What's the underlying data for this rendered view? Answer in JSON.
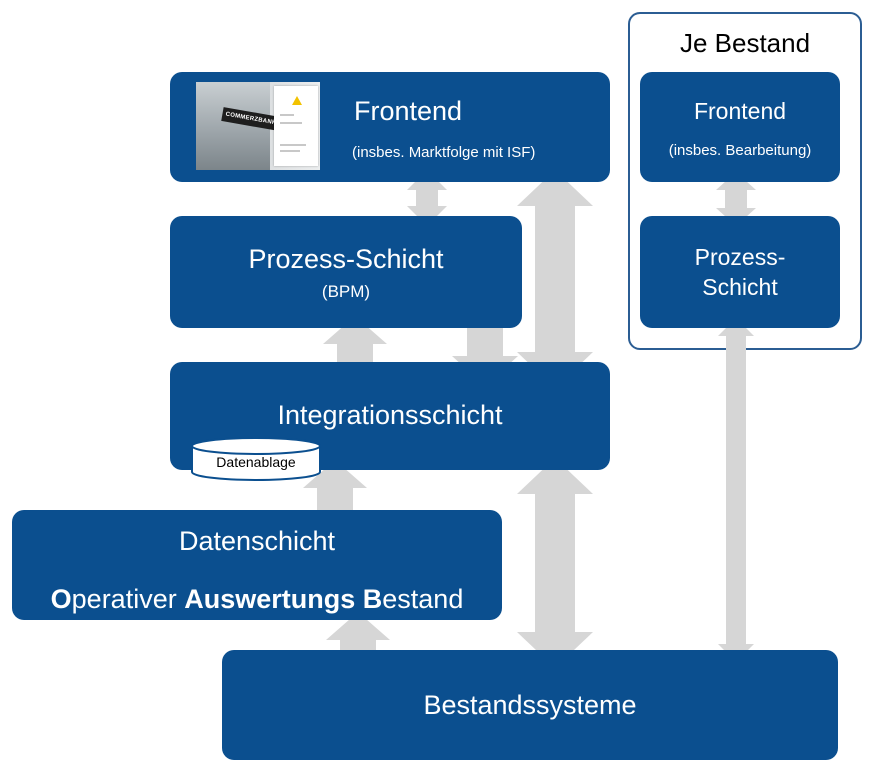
{
  "colors": {
    "box": "#0b4f8f",
    "arrow": "#d6d6d6",
    "outline": "#2b5d93"
  },
  "je_bestand": {
    "title": "Je Bestand",
    "frontend": {
      "title": "Frontend",
      "subtitle": "(insbes. Bearbeitung)"
    },
    "prozess": {
      "line1": "Prozess-",
      "line2": "Schicht"
    }
  },
  "frontend": {
    "title": "Frontend",
    "subtitle": "(insbes. Marktfolge mit ISF)",
    "image_text": "COMMERZBANK",
    "image_icon": "commerzbank-brochure-image"
  },
  "prozess": {
    "title": "Prozess-Schicht",
    "subtitle": "(BPM)"
  },
  "integration": {
    "title": "Integrationsschicht"
  },
  "datenablage": {
    "label": "Datenablage",
    "icon": "database-cylinder-icon"
  },
  "datenschicht": {
    "title": "Datenschicht",
    "ops": [
      {
        "bold": "O",
        "rest": "perativer "
      },
      {
        "bold": "Auswertungs",
        "rest": " "
      },
      {
        "bold": "B",
        "rest": "estand"
      }
    ]
  },
  "bestand": {
    "title": "Bestandssysteme"
  }
}
